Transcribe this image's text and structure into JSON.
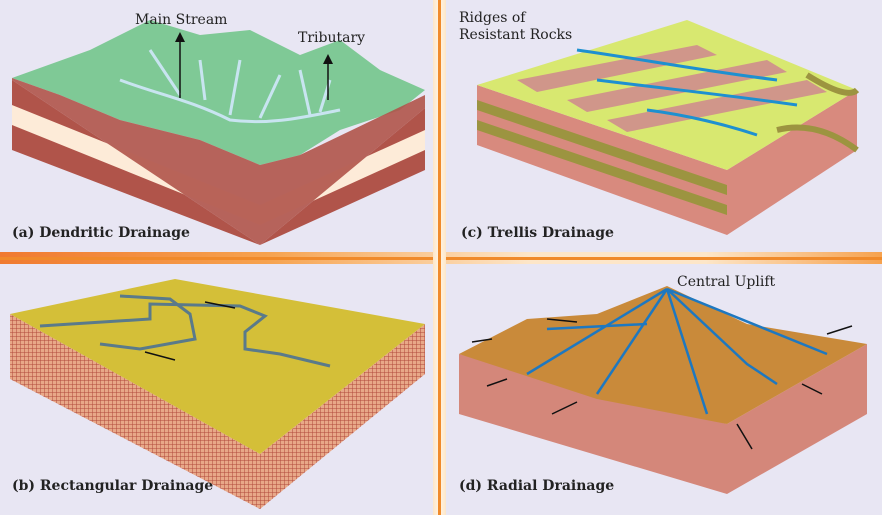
{
  "panels": {
    "dendritic": {
      "caption": "(a) Dendritic Drainage",
      "labels": {
        "main_stream": "Main Stream",
        "tributary": "Tributary"
      }
    },
    "trellis": {
      "caption": "(c) Trellis Drainage",
      "labels": {
        "ridges": "Ridges of\nResistant Rocks"
      }
    },
    "rectangular": {
      "caption": "(b) Rectangular Drainage"
    },
    "radial": {
      "caption": "(d) Radial Drainage",
      "labels": {
        "central_uplift": "Central Uplift"
      }
    }
  },
  "colors": {
    "background": "#e8e6f3",
    "divider": "#f08a2a",
    "stream": "#1e90d0"
  }
}
